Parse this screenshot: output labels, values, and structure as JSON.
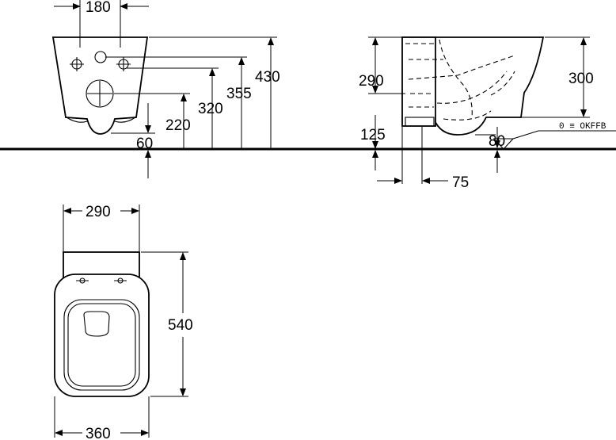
{
  "dimensions": {
    "front_hole_spacing": "180",
    "front_height_total": "430",
    "front_height_355": "355",
    "front_height_320": "320",
    "front_height_220": "220",
    "front_height_60": "60",
    "side_height_290": "290",
    "side_height_300": "300",
    "side_height_125": "125",
    "side_offset_80": "80",
    "side_offset_75": "75",
    "floor_reference": "0 ≡ OKFFB",
    "top_width_290": "290",
    "top_length_540": "540",
    "top_width_360": "360"
  }
}
